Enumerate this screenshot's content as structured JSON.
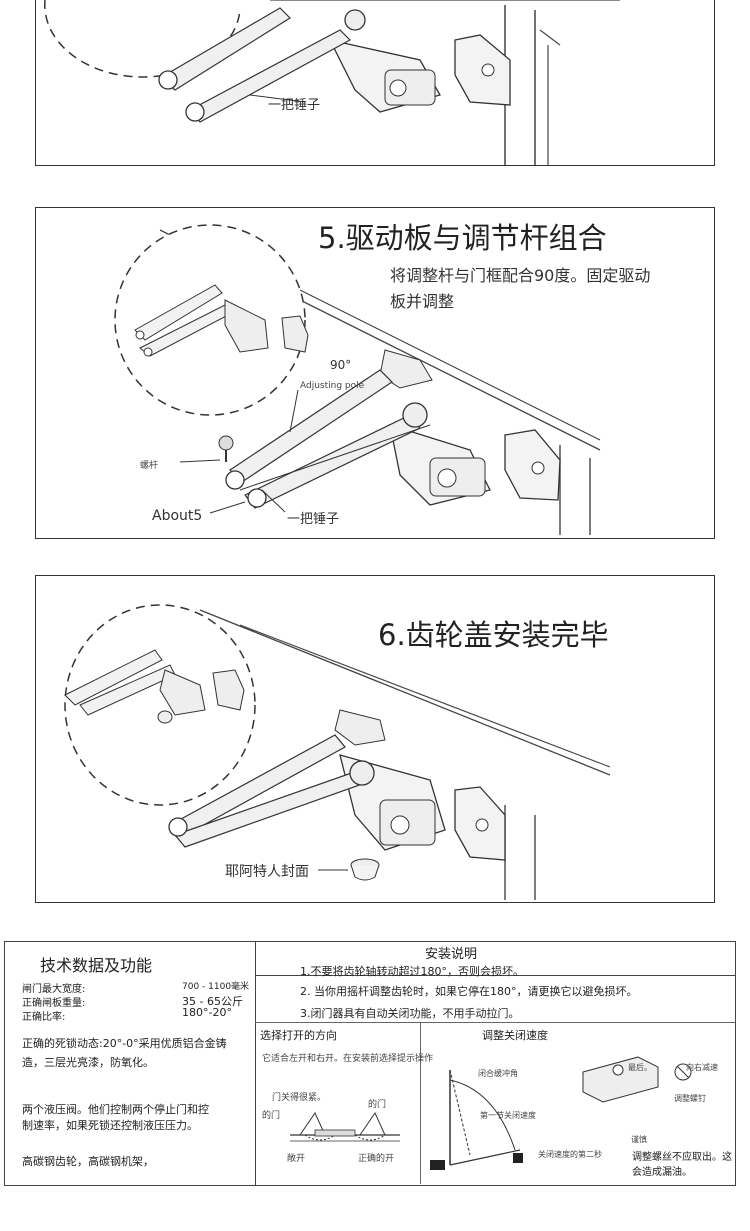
{
  "panel4": {
    "hammer_label": "一把锤子"
  },
  "panel5": {
    "title": "5.驱动板与调节杆组合",
    "desc_line1": "将调整杆与门框配合90度。固定驱动",
    "desc_line2": "板并调整",
    "angle_label": "90°",
    "pole_label": "Adjusting pole",
    "screw_label": "螺杆",
    "about_label": "About5",
    "hammer_label": "一把锤子"
  },
  "panel6": {
    "title": "6.齿轮盖安装完毕",
    "cover_label": "耶阿特人封面"
  },
  "tech": {
    "title": "技术数据及功能",
    "rows": [
      {
        "label": "闸门最大宽度:",
        "value": "700 - 1100毫米"
      },
      {
        "label": "正确闸板重量:",
        "value": "35 - 65公斤"
      },
      {
        "label": "正确比率:",
        "value": "180°-20°"
      }
    ],
    "para1_line1": "正确的死锁动态:20°-0°采用优质铝合金铸",
    "para1_line2": "造，三层光亮漆，防氧化。",
    "para2_line1": "两个液压阀。他们控制两个停止门和控",
    "para2_line2": "制速率，如果死锁还控制液压压力。",
    "para3": "高碳钢齿轮，高碳钢机架，"
  },
  "install": {
    "title": "安装说明",
    "items": [
      "1.不要将齿轮轴转动超过180°，否则会损坏。",
      "2. 当你用摇杆调整齿轮时，如果它停在180°，请更换它以避免损坏。",
      "3.闭门器具有自动关闭功能，不用手动拉门。"
    ],
    "direction": {
      "head": "选择打开的方向",
      "desc": "它适合左开和右开。在安装前选择提示操作",
      "door_close_label": "门关得很紧。",
      "left_door": "的门",
      "right_door": "的门",
      "left_open": "敞开",
      "right_open": "正确的开"
    },
    "speed": {
      "head": "调整关闭速度",
      "buffer_label": "闭合缓冲角",
      "first_label": "第一节关闭速度",
      "second_label": "关闭速度的第二秒",
      "last_label": "最后。",
      "right_label": "向右减速",
      "screw_label": "调整螺钉",
      "caution_head": "谨慎",
      "caution_line1": "调整螺丝不应取出。这",
      "caution_line2": "会造成漏油。"
    }
  }
}
